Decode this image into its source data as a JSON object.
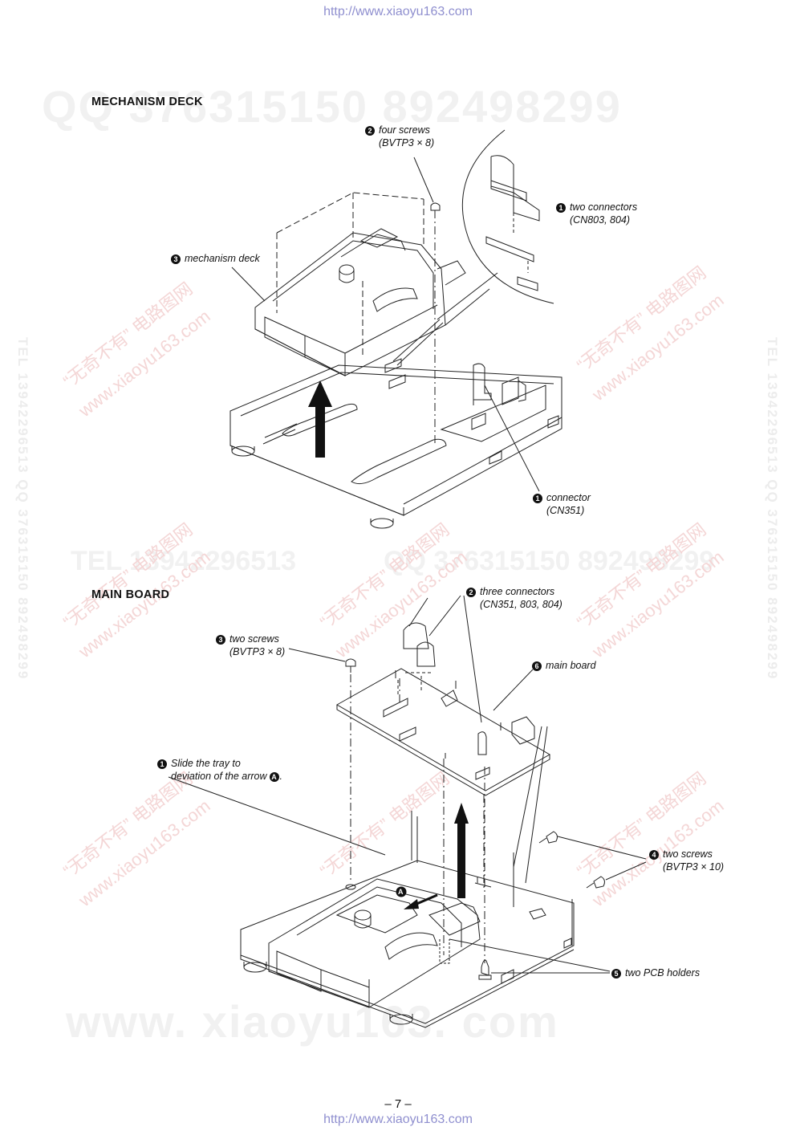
{
  "urls": {
    "top": "http://www.xiaoyu163.com",
    "bottom": "http://www.xiaoyu163.com"
  },
  "watermarks": {
    "qq_line_top": "QQ 376315150   892498299",
    "tel_line": "TEL 13942296513",
    "qq_line_mid": "QQ 376315150  892498299",
    "vertical_text": "TEL 13942296513  QQ 376315150  892498299",
    "diagonal_cn": "“无奇不有” 电路图网",
    "diagonal_url": "www.xiaoyu163.com",
    "bottom_url": "www. xiaoyu163. com"
  },
  "section1": {
    "title": "MECHANISM  DECK",
    "step2": {
      "num": "2",
      "line1": "four screws",
      "line2": "(BVTP3 × 8)"
    },
    "step1a": {
      "num": "1",
      "line1": "two connectors",
      "line2": "(CN803, 804)"
    },
    "step3": {
      "num": "3",
      "line1": "mechanism deck"
    },
    "step1b": {
      "num": "1",
      "line1": "connector",
      "line2": "(CN351)"
    }
  },
  "section2": {
    "title": "MAIN  BOARD",
    "step2": {
      "num": "2",
      "line1": "three  connectors",
      "line2": "(CN351, 803, 804)"
    },
    "step3": {
      "num": "3",
      "line1": "two screws",
      "line2": "(BVTP3 × 8)"
    },
    "step6": {
      "num": "6",
      "line1": "main board"
    },
    "step1": {
      "num": "1",
      "line1": "Slide the tray to",
      "line2_pre": "deviation of the arrow",
      "arrow_ref": "A",
      "line2_post": "."
    },
    "step4": {
      "num": "4",
      "line1": "two screws",
      "line2": "(BVTP3 × 10)"
    },
    "step5": {
      "num": "5",
      "line1": "two PCB holders"
    },
    "arrow_marker": "A"
  },
  "page_number": "– 7 –"
}
